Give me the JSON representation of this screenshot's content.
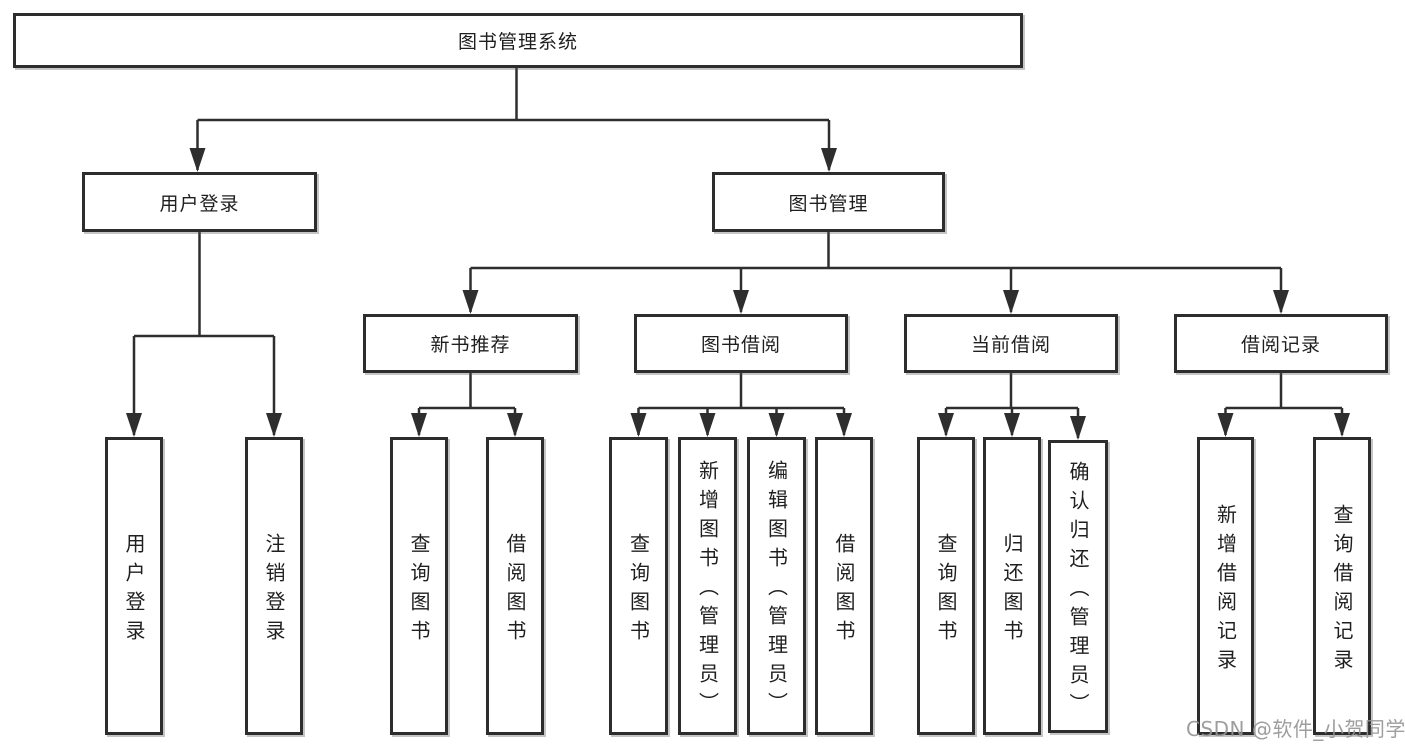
{
  "tree": {
    "root": "图书管理系统",
    "branches": [
      {
        "label": "用户登录",
        "children": [
          "用户登录",
          "注销登录"
        ]
      },
      {
        "label": "图书管理",
        "groups": [
          {
            "label": "新书推荐",
            "children": [
              "查询图书",
              "借阅图书"
            ]
          },
          {
            "label": "图书借阅",
            "children": [
              "查询图书",
              "新增图书（管理员）",
              "编辑图书（管理员）",
              "借阅图书"
            ]
          },
          {
            "label": "当前借阅",
            "children": [
              "查询图书",
              "归还图书",
              "确认归还（管理员）"
            ]
          },
          {
            "label": "借阅记录",
            "children": [
              "新增借阅记录",
              "查询借阅记录"
            ]
          }
        ]
      }
    ]
  },
  "watermark": {
    "text": "CSDN @软件_小贺同学"
  },
  "colors": {
    "line": "#2e2e2e",
    "box_border": "#2d2d2d",
    "box_fill": "#ffffff",
    "text": "#1f1f1f",
    "watermark": "#969696",
    "background": "#ffffff"
  }
}
